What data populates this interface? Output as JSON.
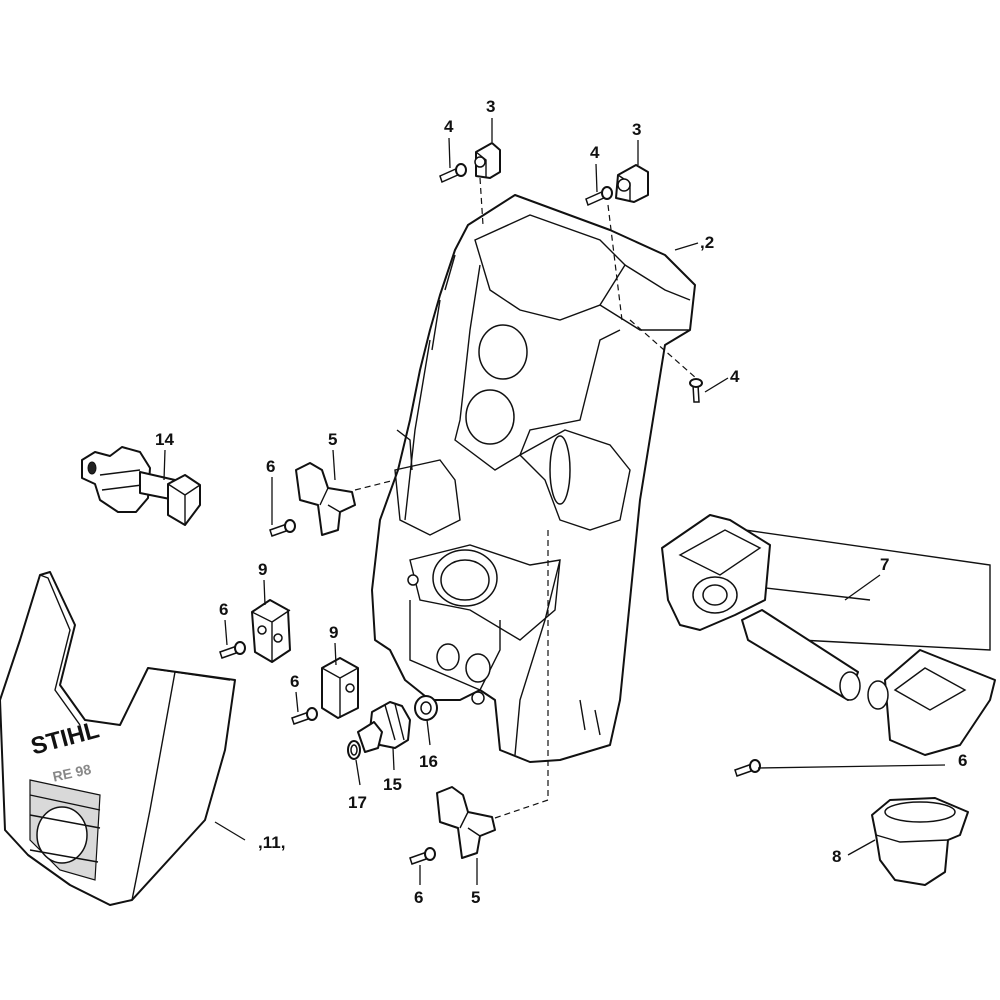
{
  "callouts": {
    "c2": ",2",
    "c3a": "3",
    "c3b": "3",
    "c4a": "4",
    "c4b": "4",
    "c4c": "4",
    "c5a": "5",
    "c5b": "5",
    "c6a": "6",
    "c6b": "6",
    "c6c": "6",
    "c6d": "6",
    "c6e": "6",
    "c7": "7",
    "c8": "8",
    "c9a": "9",
    "c9b": "9",
    "c11": ",11,",
    "c14": "14",
    "c15": "15",
    "c16": "16",
    "c17": "17"
  },
  "cover": {
    "brand": "STIHL",
    "model": "RE 98"
  }
}
